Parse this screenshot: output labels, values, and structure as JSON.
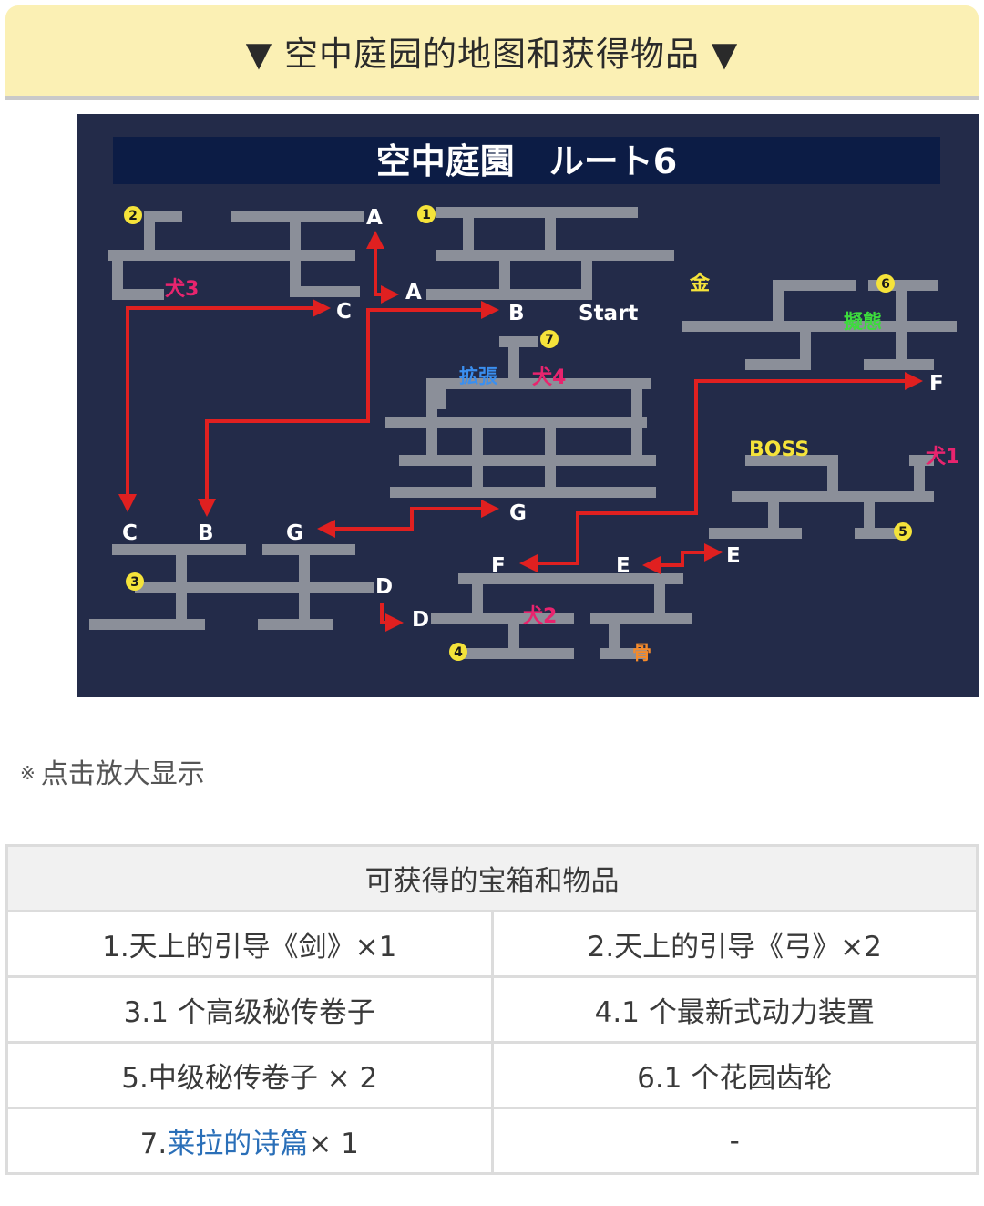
{
  "header": {
    "title": "▼ 空中庭园的地图和获得物品 ▼"
  },
  "map": {
    "title": "空中庭園　ルート6",
    "labels": {
      "a_top": "A",
      "a_right": "A",
      "b_top": "B",
      "start": "Start",
      "c_top": "C",
      "c_bottom": "C",
      "b_bottom": "B",
      "g_bottom": "G",
      "g_mid": "G",
      "d_right": "D",
      "d_lower": "D",
      "f_right": "F",
      "f_bottom": "F",
      "e_bottom": "E",
      "e_right": "E",
      "boss": "BOSS",
      "gold": "金",
      "mimic": "擬態",
      "expand": "拡張",
      "bone": "骨",
      "dog1": "犬1",
      "dog2": "犬2",
      "dog3": "犬3",
      "dog4": "犬4",
      "n1": "1",
      "n2": "2",
      "n3": "3",
      "n4": "4",
      "n5": "5",
      "n6": "6",
      "n7": "7"
    }
  },
  "note": {
    "mark": "※",
    "text": "点击放大显示"
  },
  "table": {
    "header": "可获得的宝箱和物品",
    "rows": [
      [
        "1.天上的引导《剑》×1",
        "2.天上的引导《弓》×2"
      ],
      [
        "3.1 个高级秘传卷子",
        "4.1 个最新式动力装置"
      ],
      [
        "5.中级秘传卷子 × 2",
        "6.1 个花园齿轮"
      ]
    ],
    "last_row": {
      "prefix": "7.",
      "link": "莱拉的诗篇",
      "suffix": "× 1",
      "right": "-"
    }
  }
}
